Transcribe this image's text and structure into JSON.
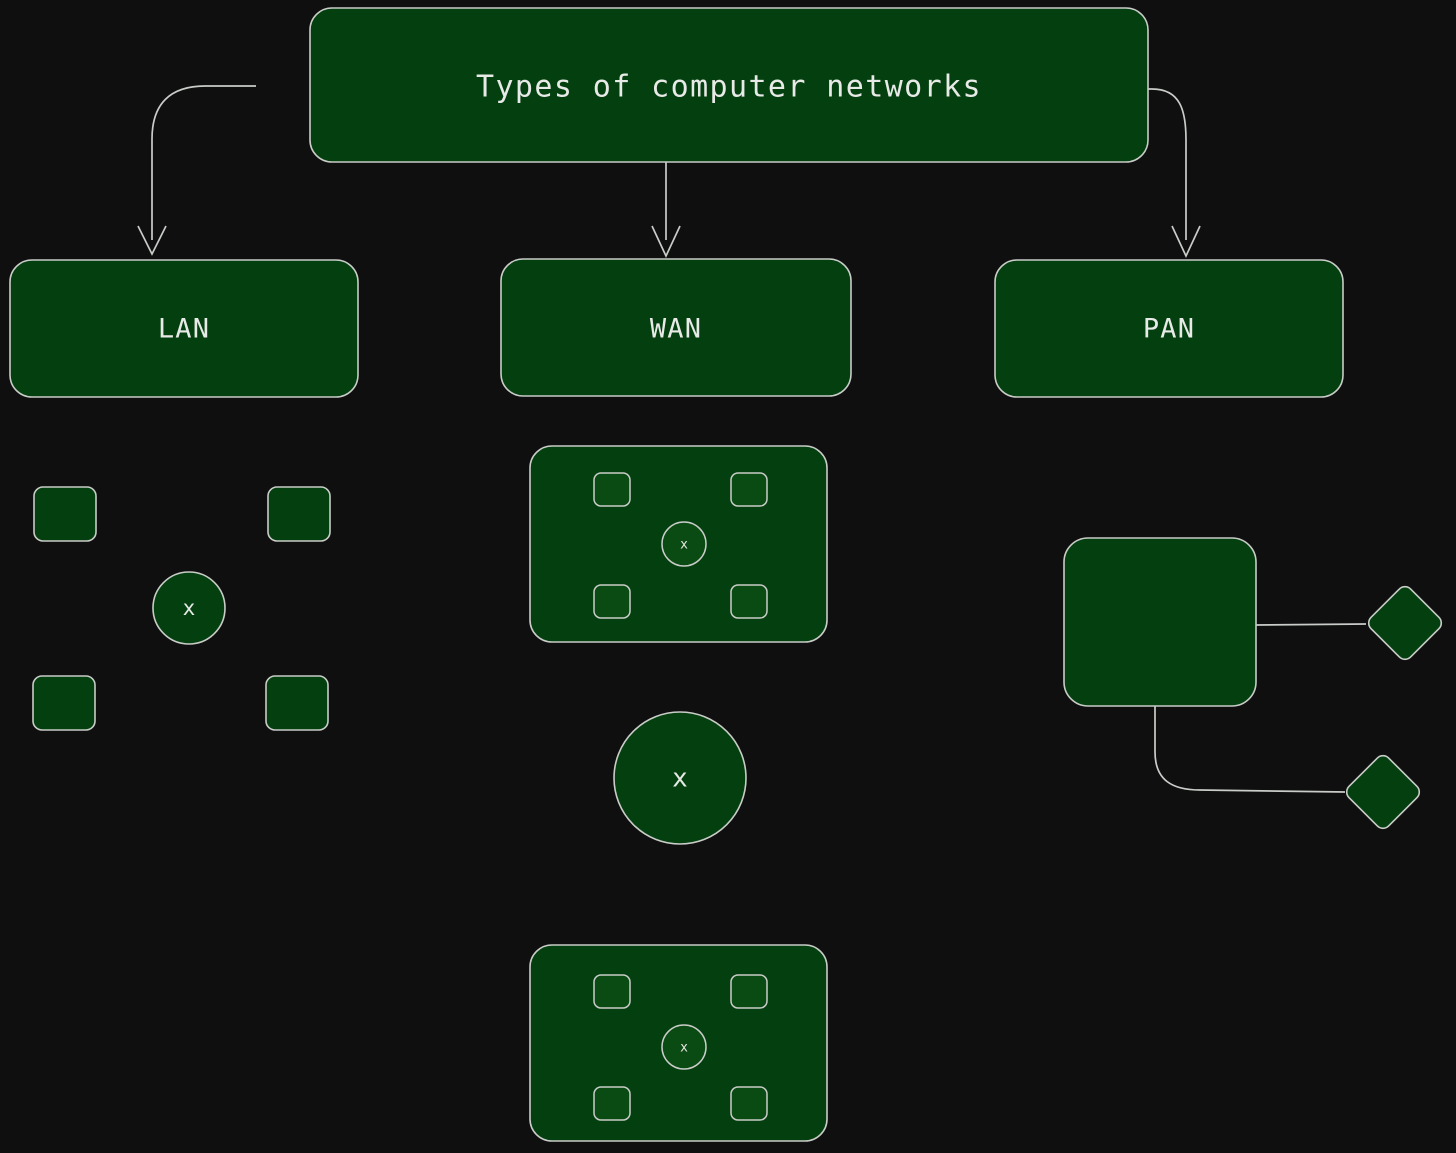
{
  "diagram": {
    "title": "Types of computer networks",
    "background_color": "#0e0f0e",
    "node_fill_color": "#04400f",
    "stroke_color": "#c9ccc8",
    "text_color": "#e8eae7",
    "root": {
      "label": "Types of computer networks"
    },
    "children": [
      {
        "id": "lan",
        "label": "LAN"
      },
      {
        "id": "wan",
        "label": "WAN"
      },
      {
        "id": "pan",
        "label": "PAN"
      }
    ],
    "lan_cluster": {
      "hub_label": "x",
      "node_labels": [
        "",
        "",
        "",
        ""
      ]
    },
    "wan_cluster": {
      "hub_label": "x",
      "node_labels": [
        "",
        "",
        "",
        ""
      ]
    },
    "standalone_circle": {
      "label": "x"
    },
    "bottom_cluster": {
      "hub_label": "x",
      "node_labels": [
        "",
        "",
        "",
        ""
      ]
    },
    "pan_cluster": {
      "host_label": "",
      "device_labels": [
        "",
        ""
      ]
    }
  }
}
